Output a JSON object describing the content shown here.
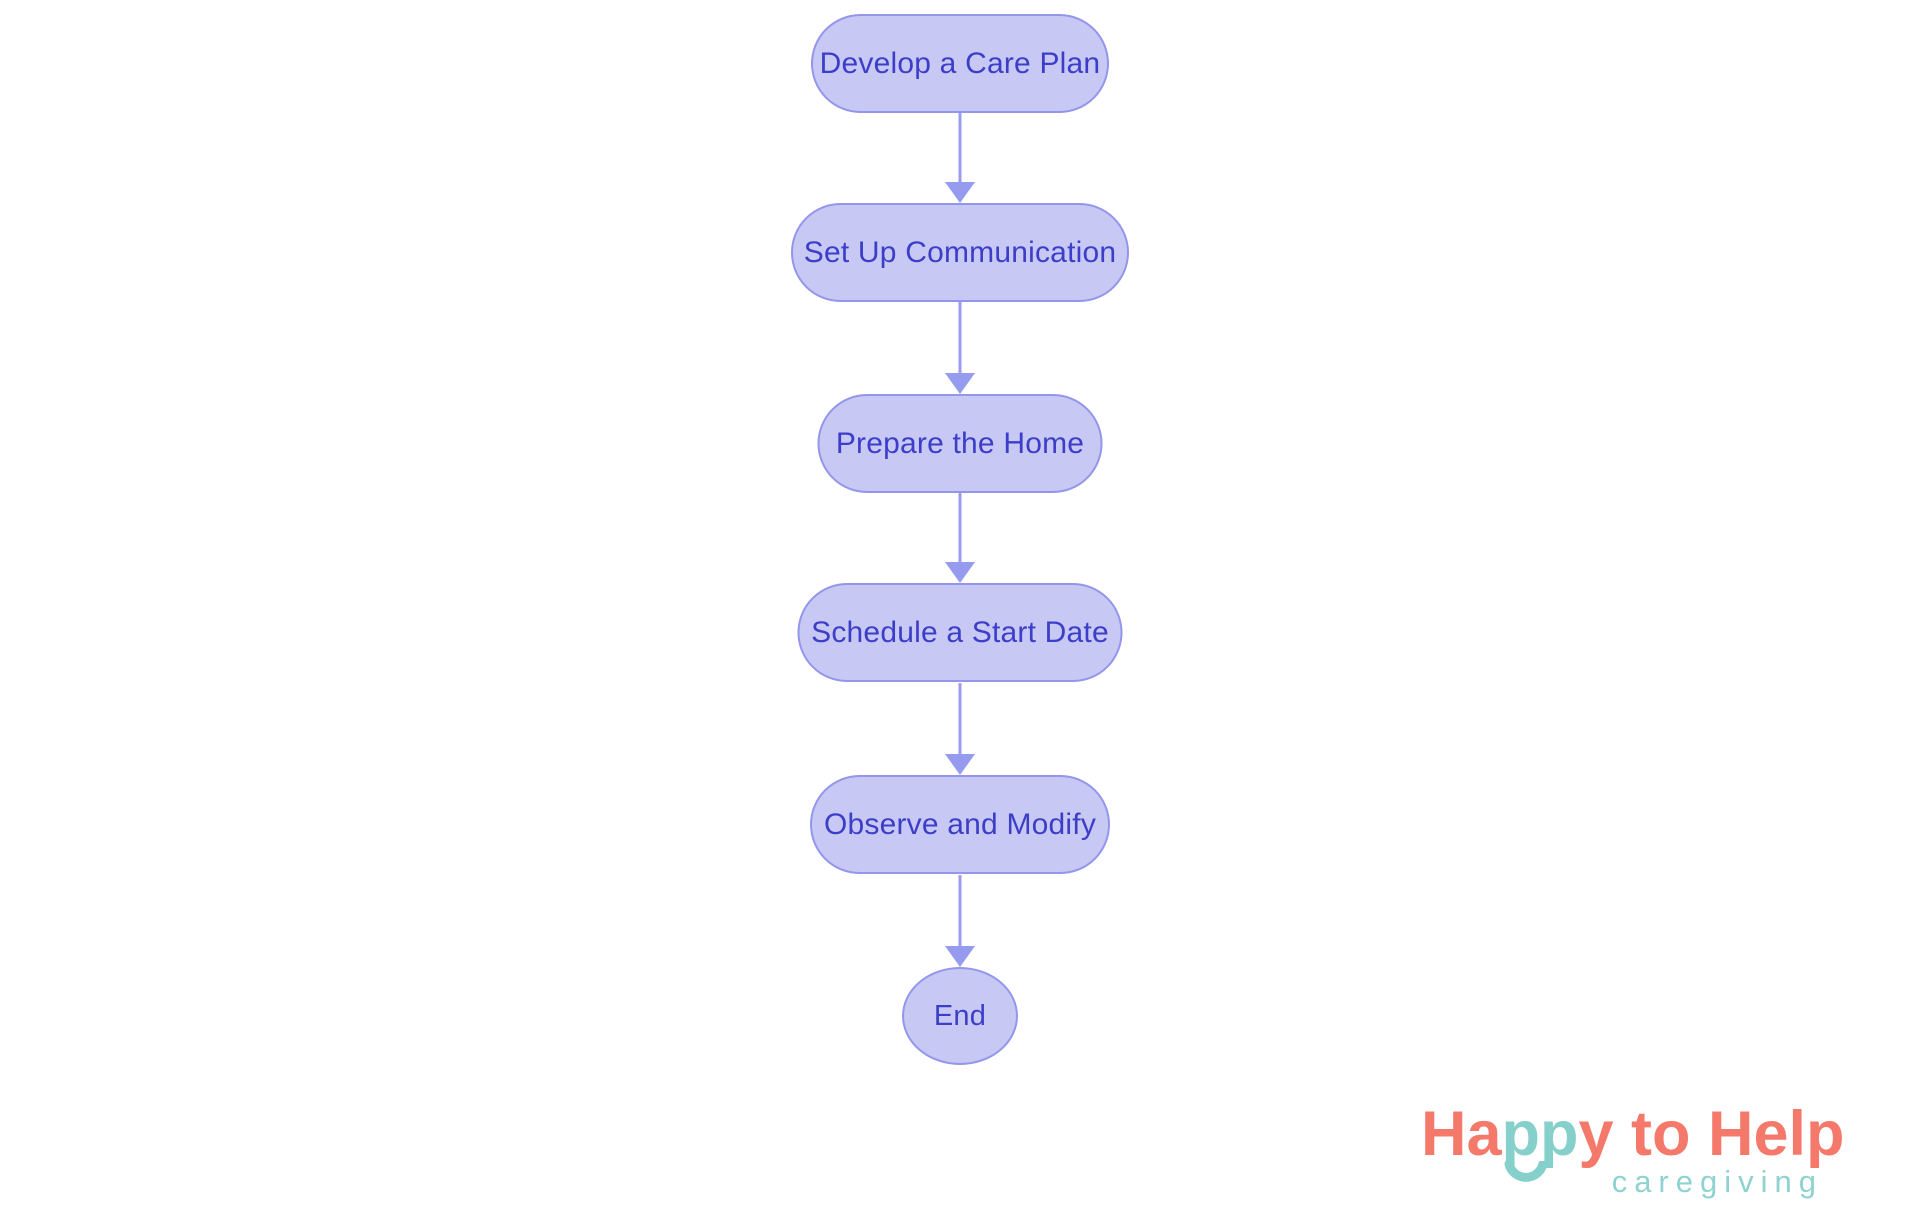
{
  "diagram": {
    "type": "flowchart",
    "direction": "top-down",
    "nodes": [
      {
        "id": "develop-care-plan",
        "label": "Develop a Care Plan",
        "shape": "pill"
      },
      {
        "id": "set-up-communication",
        "label": "Set Up Communication",
        "shape": "pill"
      },
      {
        "id": "prepare-home",
        "label": "Prepare the Home",
        "shape": "pill"
      },
      {
        "id": "schedule-start-date",
        "label": "Schedule a Start Date",
        "shape": "pill"
      },
      {
        "id": "observe-modify",
        "label": "Observe and Modify",
        "shape": "pill"
      },
      {
        "id": "end",
        "label": "End",
        "shape": "circle"
      }
    ],
    "edges": [
      {
        "from": "develop-care-plan",
        "to": "set-up-communication"
      },
      {
        "from": "set-up-communication",
        "to": "prepare-home"
      },
      {
        "from": "prepare-home",
        "to": "schedule-start-date"
      },
      {
        "from": "schedule-start-date",
        "to": "observe-modify"
      },
      {
        "from": "observe-modify",
        "to": "end"
      }
    ],
    "colors": {
      "node_fill": "#c7c8f4",
      "node_border": "#9396ea",
      "node_text": "#3c3ec8",
      "arrow": "#959bef",
      "background": "#ffffff"
    }
  },
  "logo": {
    "title_part1": "Ha",
    "title_part2": "pp",
    "title_part3": "y to Help",
    "subtitle": "caregiving",
    "colors": {
      "coral": "#f4796b",
      "teal": "#85d0cb"
    }
  }
}
